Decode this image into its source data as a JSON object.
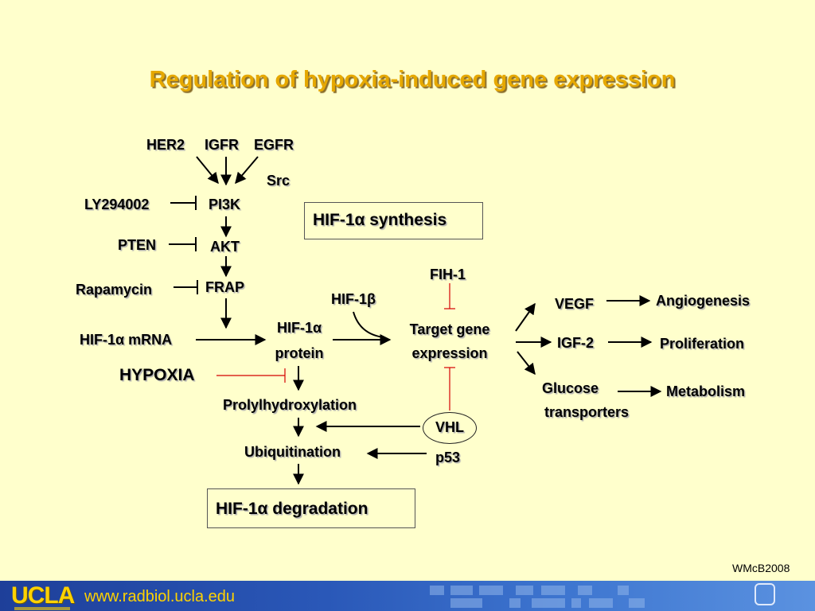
{
  "title": "Regulation of hypoxia-induced gene expression",
  "nodes": {
    "her2": "HER2",
    "igfr": "IGFR",
    "egfr": "EGFR",
    "src": "Src",
    "ly294002": "LY294002",
    "pi3k": "PI3K",
    "pten": "PTEN",
    "akt": "AKT",
    "rapamycin": "Rapamycin",
    "frap": "FRAP",
    "hif1a_mrna_prefix": "HIF-1",
    "hif1a_mrna_suffix": " mRNA",
    "hypoxia": "HYPOXIA",
    "hif1a_protein_line1_prefix": "HIF-1",
    "hif1a_protein_line2": "protein",
    "hif1b_prefix": "HIF-1",
    "fih1": "FIH-1",
    "target_line1": "Target gene",
    "target_line2": "expression",
    "vegf": "VEGF",
    "igf2": "IGF-2",
    "glucose_line1": "Glucose",
    "glucose_line2": "transporters",
    "angiogenesis": "Angiogenesis",
    "proliferation": "Proliferation",
    "metabolism": "Metabolism",
    "prolylhydroxylation": "Prolylhydroxylation",
    "ubiquitination": "Ubiquitination",
    "vhl": "VHL",
    "p53": "p53"
  },
  "boxes": {
    "synthesis_prefix": "HIF-1",
    "synthesis_suffix": " synthesis",
    "degradation_prefix": "HIF-1",
    "degradation_suffix": " degradation"
  },
  "symbols": {
    "alpha": "α",
    "beta": "β"
  },
  "footer": {
    "logo": "UCLA",
    "url": "www.radbiol.ucla.edu",
    "watermark": "WMcB2008"
  },
  "colors": {
    "background": "#ffffcc",
    "title": "#e6a800",
    "inhibition_red": "#d40000",
    "footer_blue": "#2a58b8",
    "footer_text": "#ffd200"
  }
}
